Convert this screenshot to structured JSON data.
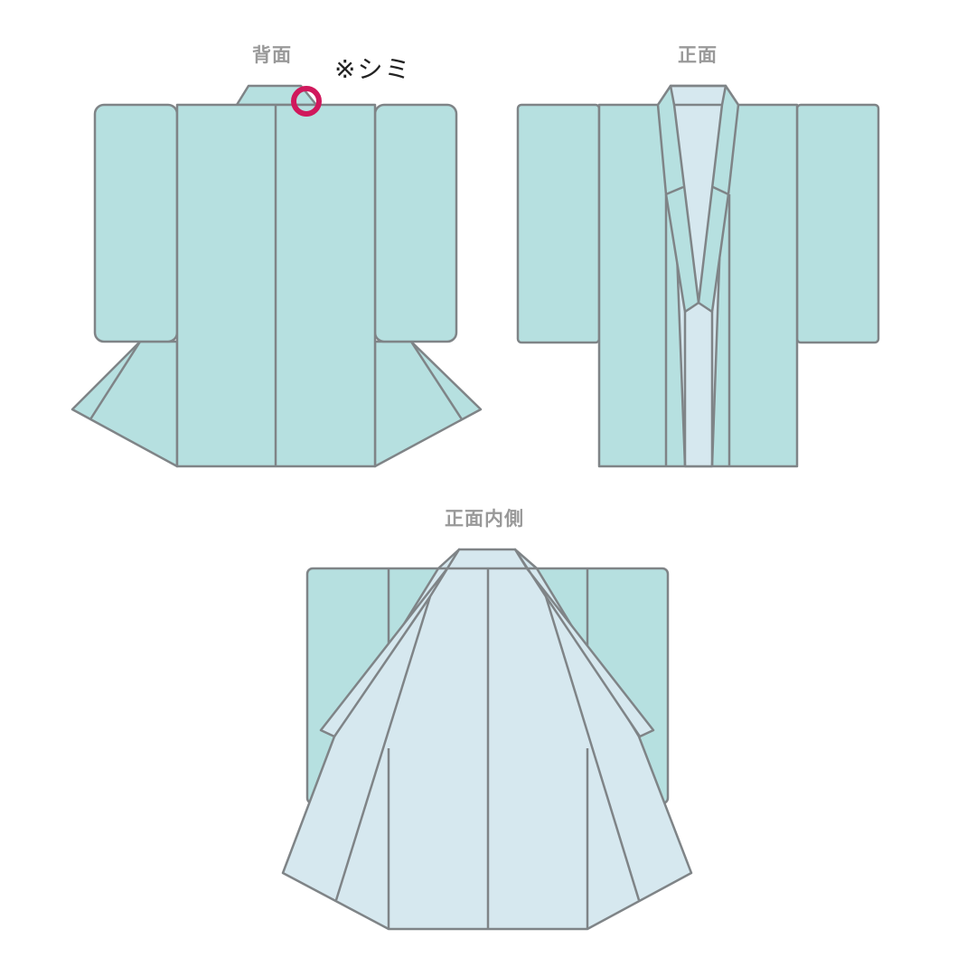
{
  "views": {
    "back": {
      "label": "背面"
    },
    "front": {
      "label": "正面"
    },
    "inside": {
      "label": "正面内側"
    }
  },
  "annotation": {
    "note": "※シミ",
    "marker_color": "#d0185c"
  },
  "colors": {
    "outer_fabric": "#b6e0e0",
    "lining_fabric": "#d6e8ef",
    "outline": "#7f8487",
    "label_text": "#999999"
  }
}
